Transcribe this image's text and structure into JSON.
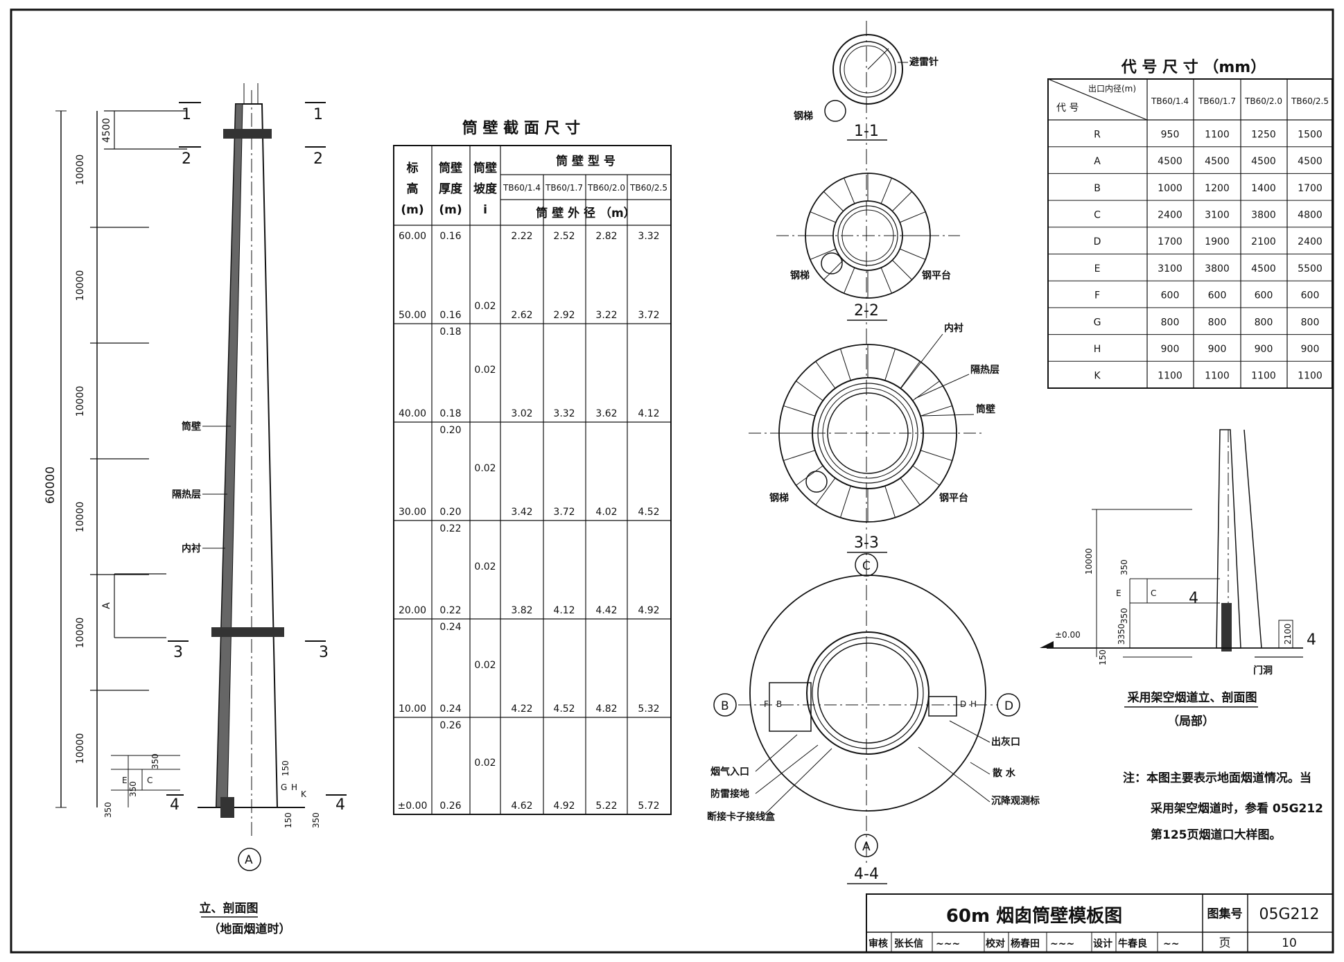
{
  "title_block": {
    "title": "60m 烟囱筒壁模板图",
    "atlas_label": "图集号",
    "atlas_no": "05G212",
    "page_label": "页",
    "page_no": "10",
    "review_label": "审核",
    "reviewer": "张长信",
    "check_label": "校对",
    "checker": "杨春田",
    "design_label": "设计",
    "designer": "牛春良"
  },
  "elevation": {
    "caption": "立、剖面图",
    "subcaption": "（地面烟道时）",
    "total_height": "60000",
    "dims": [
      "4500",
      "10000",
      "10000",
      "10000",
      "10000",
      "10000",
      "10000"
    ],
    "dim_A": "A",
    "bottom_dims": [
      "350",
      "350",
      "E",
      "C",
      "350",
      "150",
      "G",
      "H",
      "K",
      "150",
      "350"
    ],
    "labels": [
      "筒壁",
      "隔热层",
      "内衬"
    ],
    "axis": "A",
    "cuts": [
      "1",
      "2",
      "3",
      "4"
    ]
  },
  "wall_table": {
    "title": "筒 壁 截 面 尺 寸",
    "col_height": "标\n高\n(m)",
    "col_thickness": "筒壁\n厚度\n(m)",
    "col_slope": "筒壁\n坡度\ni",
    "type_header": "筒 壁 型 号",
    "types": [
      "TB60/1.4",
      "TB60/1.7",
      "TB60/2.0",
      "TB60/2.5"
    ],
    "diameter_header": "筒 壁 外 径 （m）",
    "rows": [
      {
        "h": "60.00",
        "t": "0.16",
        "d": [
          "2.22",
          "2.52",
          "2.82",
          "3.32"
        ]
      },
      {
        "h": "50.00",
        "t": "0.16",
        "d": [
          "2.62",
          "2.92",
          "3.22",
          "3.72"
        ]
      },
      {
        "h": "40.00",
        "t": "0.18",
        "d": [
          "3.02",
          "3.32",
          "3.62",
          "4.12"
        ]
      },
      {
        "h": "30.00",
        "t": "0.20",
        "d": [
          "3.42",
          "3.72",
          "4.02",
          "4.52"
        ]
      },
      {
        "h": "20.00",
        "t": "0.22",
        "d": [
          "3.82",
          "4.12",
          "4.42",
          "4.92"
        ]
      },
      {
        "h": "10.00",
        "t": "0.24",
        "d": [
          "4.22",
          "4.52",
          "4.82",
          "5.32"
        ]
      },
      {
        "h": "±0.00",
        "t": "0.26",
        "d": [
          "4.62",
          "4.92",
          "5.22",
          "5.72"
        ]
      }
    ],
    "seg_top_thk": [
      "0.18",
      "0.20",
      "0.22",
      "0.24",
      "0.26"
    ],
    "slopes": [
      "0.02",
      "0.02",
      "0.02",
      "0.02",
      "0.02",
      "0.02"
    ]
  },
  "sections": {
    "s1": {
      "label": "1-1",
      "lightning": "避雷针",
      "ladder": "钢梯"
    },
    "s2": {
      "label": "2-2",
      "ladder": "钢梯",
      "platform": "钢平台"
    },
    "s3": {
      "label": "3-3",
      "lining": "内衬",
      "insulation": "隔热层",
      "wall": "筒壁",
      "ladder": "钢梯",
      "platform": "钢平台"
    },
    "s4": {
      "label": "4-4",
      "axis_top": "C",
      "axis_bottom": "A",
      "axis_left": "B",
      "axis_right": "D",
      "flue_inlet": "烟气入口",
      "lightning_ground": "防雷接地",
      "ground_box": "断接卡子接线盒",
      "ash_outlet": "出灰口",
      "drainage": "散 水",
      "settlement": "沉降观测标",
      "dim_B": "B",
      "dim_D": "D",
      "dim_F": "F",
      "dim_H": "H"
    }
  },
  "code_table": {
    "title": "代 号 尺 寸 （mm）",
    "head_top": "出口内径(m)",
    "head_bottom": "代 号",
    "types": [
      "TB60/1.4",
      "TB60/1.7",
      "TB60/2.0",
      "TB60/2.5"
    ],
    "rows": [
      {
        "code": "R",
        "v": [
          "950",
          "1100",
          "1250",
          "1500"
        ]
      },
      {
        "code": "A",
        "v": [
          "4500",
          "4500",
          "4500",
          "4500"
        ]
      },
      {
        "code": "B",
        "v": [
          "1000",
          "1200",
          "1400",
          "1700"
        ]
      },
      {
        "code": "C",
        "v": [
          "2400",
          "3100",
          "3800",
          "4800"
        ]
      },
      {
        "code": "D",
        "v": [
          "1700",
          "1900",
          "2100",
          "2400"
        ]
      },
      {
        "code": "E",
        "v": [
          "3100",
          "3800",
          "4500",
          "5500"
        ]
      },
      {
        "code": "F",
        "v": [
          "600",
          "600",
          "600",
          "600"
        ]
      },
      {
        "code": "G",
        "v": [
          "800",
          "800",
          "800",
          "800"
        ]
      },
      {
        "code": "H",
        "v": [
          "900",
          "900",
          "900",
          "900"
        ]
      },
      {
        "code": "K",
        "v": [
          "1100",
          "1100",
          "1100",
          "1100"
        ]
      }
    ]
  },
  "overhead": {
    "caption": "采用架空烟道立、剖面图",
    "subcaption": "（局部）",
    "dims": [
      "10000",
      "350",
      "E",
      "C",
      "3350",
      "350",
      "150",
      "2100"
    ],
    "level": "±0.00",
    "door": "门洞",
    "cut": "4"
  },
  "note": {
    "line1": "注：本图主要表示地面烟道情况。当",
    "line2": "采用架空烟道时，参看 05G212",
    "line3": "第125页烟道口大样图。"
  }
}
